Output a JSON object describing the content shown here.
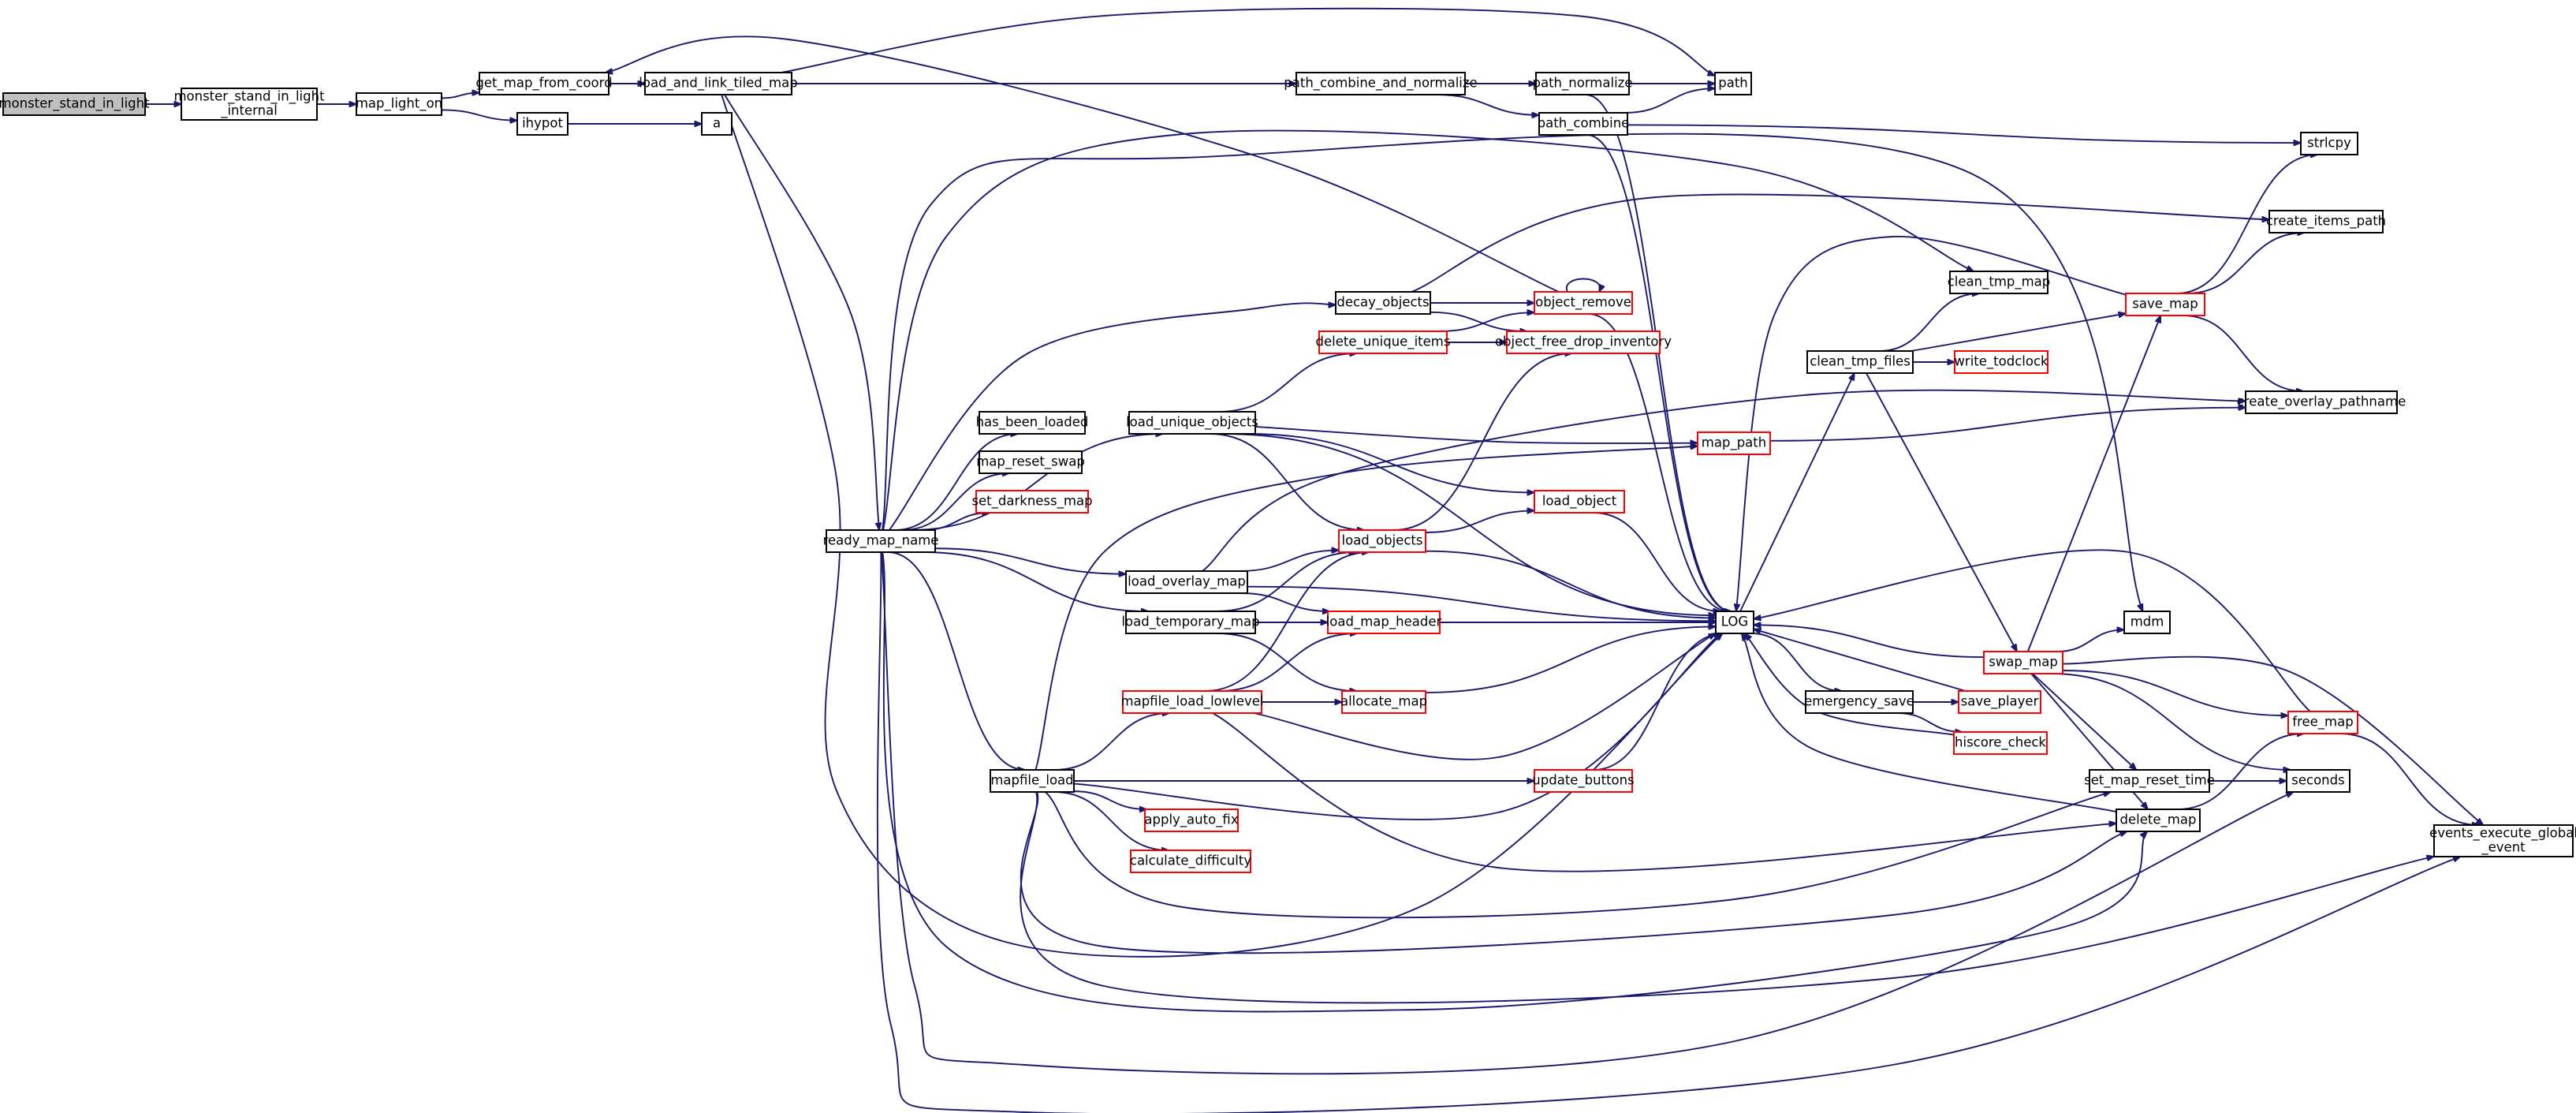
{
  "colors": {
    "edge": "#191970",
    "node_border_default": "#000000",
    "node_border_incomplete": "#ff0000",
    "root_fill": "#bfbfbf"
  },
  "nodes": [
    {
      "id": "monster_stand_in_light",
      "lines": [
        "monster_stand_in_light"
      ],
      "style": "root"
    },
    {
      "id": "monster_stand_in_light_internal",
      "lines": [
        "monster_stand_in_light",
        "_internal"
      ],
      "style": "normal"
    },
    {
      "id": "map_light_on",
      "lines": [
        "map_light_on"
      ],
      "style": "normal"
    },
    {
      "id": "get_map_from_coord",
      "lines": [
        "get_map_from_coord"
      ],
      "style": "normal"
    },
    {
      "id": "ihypot",
      "lines": [
        "ihypot"
      ],
      "style": "normal"
    },
    {
      "id": "a",
      "lines": [
        "a"
      ],
      "style": "normal"
    },
    {
      "id": "load_and_link_tiled_map",
      "lines": [
        "load_and_link_tiled_map"
      ],
      "style": "normal"
    },
    {
      "id": "path_combine_and_normalize",
      "lines": [
        "path_combine_and_normalize"
      ],
      "style": "normal"
    },
    {
      "id": "path_normalize",
      "lines": [
        "path_normalize"
      ],
      "style": "normal"
    },
    {
      "id": "path_combine",
      "lines": [
        "path_combine"
      ],
      "style": "normal"
    },
    {
      "id": "path",
      "lines": [
        "path"
      ],
      "style": "normal"
    },
    {
      "id": "strlcpy",
      "lines": [
        "strlcpy"
      ],
      "style": "normal"
    },
    {
      "id": "create_items_path",
      "lines": [
        "create_items_path"
      ],
      "style": "normal"
    },
    {
      "id": "clean_tmp_map",
      "lines": [
        "clean_tmp_map"
      ],
      "style": "normal"
    },
    {
      "id": "save_map",
      "lines": [
        "save_map"
      ],
      "style": "red"
    },
    {
      "id": "decay_objects",
      "lines": [
        "decay_objects"
      ],
      "style": "normal"
    },
    {
      "id": "object_remove",
      "lines": [
        "object_remove"
      ],
      "style": "red"
    },
    {
      "id": "delete_unique_items",
      "lines": [
        "delete_unique_items"
      ],
      "style": "red"
    },
    {
      "id": "object_free_drop_inventory",
      "lines": [
        "object_free_drop_inventory"
      ],
      "style": "red"
    },
    {
      "id": "clean_tmp_files",
      "lines": [
        "clean_tmp_files"
      ],
      "style": "normal"
    },
    {
      "id": "write_todclock",
      "lines": [
        "write_todclock"
      ],
      "style": "red"
    },
    {
      "id": "create_overlay_pathname",
      "lines": [
        "create_overlay_pathname"
      ],
      "style": "normal"
    },
    {
      "id": "has_been_loaded",
      "lines": [
        "has_been_loaded"
      ],
      "style": "normal"
    },
    {
      "id": "load_unique_objects",
      "lines": [
        "load_unique_objects"
      ],
      "style": "normal"
    },
    {
      "id": "map_reset_swap",
      "lines": [
        "map_reset_swap"
      ],
      "style": "normal"
    },
    {
      "id": "map_path",
      "lines": [
        "map_path"
      ],
      "style": "red"
    },
    {
      "id": "set_darkness_map",
      "lines": [
        "set_darkness_map"
      ],
      "style": "red"
    },
    {
      "id": "load_object",
      "lines": [
        "load_object"
      ],
      "style": "red"
    },
    {
      "id": "ready_map_name",
      "lines": [
        "ready_map_name"
      ],
      "style": "normal"
    },
    {
      "id": "load_objects",
      "lines": [
        "load_objects"
      ],
      "style": "red"
    },
    {
      "id": "load_overlay_map",
      "lines": [
        "load_overlay_map"
      ],
      "style": "normal"
    },
    {
      "id": "LOG",
      "lines": [
        "LOG"
      ],
      "style": "normal"
    },
    {
      "id": "load_temporary_map",
      "lines": [
        "load_temporary_map"
      ],
      "style": "normal"
    },
    {
      "id": "load_map_header",
      "lines": [
        "load_map_header"
      ],
      "style": "red"
    },
    {
      "id": "mdm",
      "lines": [
        "mdm"
      ],
      "style": "normal"
    },
    {
      "id": "swap_map",
      "lines": [
        "swap_map"
      ],
      "style": "red"
    },
    {
      "id": "mapfile_load_lowlevel",
      "lines": [
        "mapfile_load_lowlevel"
      ],
      "style": "red"
    },
    {
      "id": "allocate_map",
      "lines": [
        "allocate_map"
      ],
      "style": "red"
    },
    {
      "id": "emergency_save",
      "lines": [
        "emergency_save"
      ],
      "style": "normal"
    },
    {
      "id": "save_player",
      "lines": [
        "save_player"
      ],
      "style": "red"
    },
    {
      "id": "free_map",
      "lines": [
        "free_map"
      ],
      "style": "red"
    },
    {
      "id": "hiscore_check",
      "lines": [
        "hiscore_check"
      ],
      "style": "red"
    },
    {
      "id": "mapfile_load",
      "lines": [
        "mapfile_load"
      ],
      "style": "normal"
    },
    {
      "id": "update_buttons",
      "lines": [
        "update_buttons"
      ],
      "style": "red"
    },
    {
      "id": "set_map_reset_time",
      "lines": [
        "set_map_reset_time"
      ],
      "style": "normal"
    },
    {
      "id": "seconds",
      "lines": [
        "seconds"
      ],
      "style": "normal"
    },
    {
      "id": "events_execute_global_event",
      "lines": [
        "events_execute_global",
        "_event"
      ],
      "style": "normal"
    },
    {
      "id": "delete_map",
      "lines": [
        "delete_map"
      ],
      "style": "normal"
    },
    {
      "id": "apply_auto_fix",
      "lines": [
        "apply_auto_fix"
      ],
      "style": "red"
    },
    {
      "id": "calculate_difficulty",
      "lines": [
        "calculate_difficulty"
      ],
      "style": "red"
    }
  ],
  "edges": [
    [
      "monster_stand_in_light",
      "monster_stand_in_light_internal"
    ],
    [
      "monster_stand_in_light_internal",
      "map_light_on"
    ],
    [
      "map_light_on",
      "get_map_from_coord"
    ],
    [
      "map_light_on",
      "ihypot"
    ],
    [
      "ihypot",
      "a"
    ],
    [
      "get_map_from_coord",
      "load_and_link_tiled_map"
    ],
    [
      "load_and_link_tiled_map",
      "path"
    ],
    [
      "load_and_link_tiled_map",
      "path_combine_and_normalize"
    ],
    [
      "load_and_link_tiled_map",
      "ready_map_name"
    ],
    [
      "load_and_link_tiled_map",
      "LOG"
    ],
    [
      "path_combine_and_normalize",
      "path_normalize"
    ],
    [
      "path_combine_and_normalize",
      "path_combine"
    ],
    [
      "path_combine_and_normalize",
      "path"
    ],
    [
      "path_normalize",
      "path"
    ],
    [
      "path_normalize",
      "LOG"
    ],
    [
      "path_combine",
      "path"
    ],
    [
      "path_combine",
      "strlcpy"
    ],
    [
      "path_combine",
      "LOG"
    ],
    [
      "ready_map_name",
      "clean_tmp_map"
    ],
    [
      "ready_map_name",
      "decay_objects"
    ],
    [
      "ready_map_name",
      "has_been_loaded"
    ],
    [
      "ready_map_name",
      "map_reset_swap"
    ],
    [
      "ready_map_name",
      "set_darkness_map"
    ],
    [
      "ready_map_name",
      "load_unique_objects"
    ],
    [
      "ready_map_name",
      "load_overlay_map"
    ],
    [
      "ready_map_name",
      "load_temporary_map"
    ],
    [
      "ready_map_name",
      "mapfile_load"
    ],
    [
      "ready_map_name",
      "delete_map"
    ],
    [
      "ready_map_name",
      "seconds"
    ],
    [
      "ready_map_name",
      "events_execute_global_event"
    ],
    [
      "ready_map_name",
      "mdm"
    ],
    [
      "decay_objects",
      "object_remove"
    ],
    [
      "decay_objects",
      "object_free_drop_inventory"
    ],
    [
      "decay_objects",
      "create_items_path"
    ],
    [
      "object_remove",
      "object_remove"
    ],
    [
      "object_remove",
      "get_map_from_coord"
    ],
    [
      "object_remove",
      "LOG"
    ],
    [
      "delete_unique_items",
      "object_remove"
    ],
    [
      "delete_unique_items",
      "object_free_drop_inventory"
    ],
    [
      "load_unique_objects",
      "delete_unique_items"
    ],
    [
      "load_unique_objects",
      "load_object"
    ],
    [
      "load_unique_objects",
      "load_objects"
    ],
    [
      "load_unique_objects",
      "LOG"
    ],
    [
      "load_unique_objects",
      "map_path"
    ],
    [
      "load_overlay_map",
      "create_overlay_pathname"
    ],
    [
      "load_overlay_map",
      "load_objects"
    ],
    [
      "load_overlay_map",
      "load_map_header"
    ],
    [
      "load_overlay_map",
      "LOG"
    ],
    [
      "load_temporary_map",
      "load_objects"
    ],
    [
      "load_temporary_map",
      "load_map_header"
    ],
    [
      "load_temporary_map",
      "allocate_map"
    ],
    [
      "load_temporary_map",
      "LOG"
    ],
    [
      "mapfile_load",
      "mapfile_load_lowlevel"
    ],
    [
      "mapfile_load",
      "update_buttons"
    ],
    [
      "mapfile_load",
      "apply_auto_fix"
    ],
    [
      "mapfile_load",
      "calculate_difficulty"
    ],
    [
      "mapfile_load",
      "LOG"
    ],
    [
      "mapfile_load",
      "set_map_reset_time"
    ],
    [
      "mapfile_load",
      "events_execute_global_event"
    ],
    [
      "mapfile_load",
      "delete_map"
    ],
    [
      "mapfile_load",
      "map_path"
    ],
    [
      "mapfile_load_lowlevel",
      "load_map_header"
    ],
    [
      "mapfile_load_lowlevel",
      "allocate_map"
    ],
    [
      "mapfile_load_lowlevel",
      "load_objects"
    ],
    [
      "mapfile_load_lowlevel",
      "LOG"
    ],
    [
      "mapfile_load_lowlevel",
      "delete_map"
    ],
    [
      "load_objects",
      "load_object"
    ],
    [
      "load_objects",
      "object_free_drop_inventory"
    ],
    [
      "load_objects",
      "LOG"
    ],
    [
      "load_object",
      "LOG"
    ],
    [
      "load_map_header",
      "LOG"
    ],
    [
      "allocate_map",
      "LOG"
    ],
    [
      "update_buttons",
      "LOG"
    ],
    [
      "map_path",
      "create_overlay_pathname"
    ],
    [
      "LOG",
      "clean_tmp_files"
    ],
    [
      "LOG",
      "emergency_save"
    ],
    [
      "clean_tmp_files",
      "clean_tmp_map"
    ],
    [
      "clean_tmp_files",
      "write_todclock"
    ],
    [
      "clean_tmp_files",
      "save_map"
    ],
    [
      "clean_tmp_files",
      "swap_map"
    ],
    [
      "save_map",
      "strlcpy"
    ],
    [
      "save_map",
      "create_items_path"
    ],
    [
      "save_map",
      "create_overlay_pathname"
    ],
    [
      "save_map",
      "LOG"
    ],
    [
      "swap_map",
      "LOG"
    ],
    [
      "swap_map",
      "mdm"
    ],
    [
      "swap_map",
      "save_map"
    ],
    [
      "swap_map",
      "free_map"
    ],
    [
      "swap_map",
      "set_map_reset_time"
    ],
    [
      "swap_map",
      "seconds"
    ],
    [
      "swap_map",
      "events_execute_global_event"
    ],
    [
      "swap_map",
      "delete_map"
    ],
    [
      "emergency_save",
      "save_player"
    ],
    [
      "emergency_save",
      "hiscore_check"
    ],
    [
      "save_player",
      "LOG"
    ],
    [
      "hiscore_check",
      "LOG"
    ],
    [
      "delete_map",
      "LOG"
    ],
    [
      "delete_map",
      "free_map"
    ],
    [
      "free_map",
      "LOG"
    ],
    [
      "free_map",
      "events_execute_global_event"
    ],
    [
      "set_map_reset_time",
      "seconds"
    ]
  ]
}
